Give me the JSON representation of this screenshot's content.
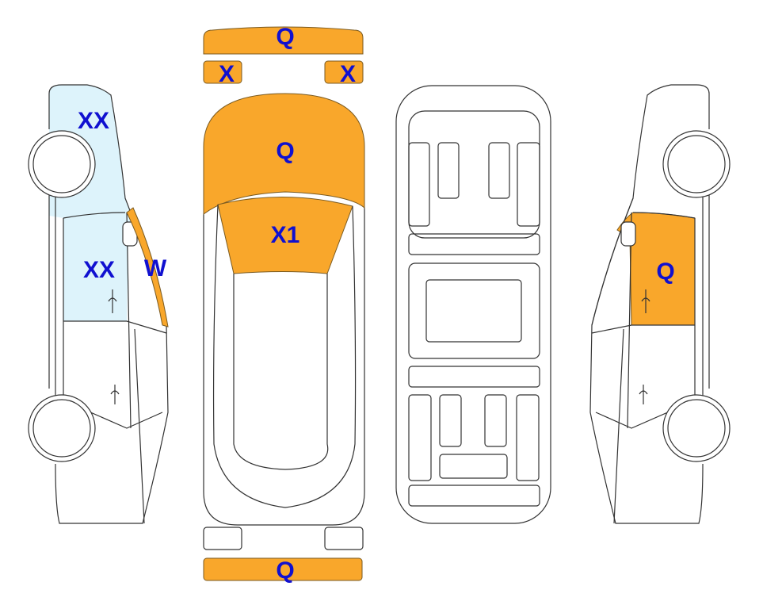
{
  "colors": {
    "damage_orange": "#F9A72B",
    "damage_blue": "#DDF3FB",
    "label": "#1010D0"
  },
  "labels": {
    "front_bumper": "Q",
    "headlight_left": "X",
    "headlight_right": "X",
    "hood": "Q",
    "windshield": "X1",
    "rear_bumper": "Q",
    "left_front_fender": "XX",
    "left_front_door": "XX",
    "left_a_pillar": "W",
    "right_front_door": "Q"
  }
}
